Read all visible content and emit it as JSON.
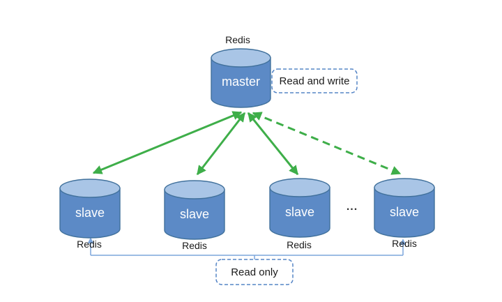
{
  "diagram": {
    "title_caption": "Redis",
    "master": {
      "label": "master",
      "caption": "Redis"
    },
    "slaves": [
      {
        "label": "slave",
        "caption": "Redis"
      },
      {
        "label": "slave",
        "caption": "Redis"
      },
      {
        "label": "slave",
        "caption": "Redis"
      },
      {
        "label": "slave",
        "caption": "Redis"
      }
    ],
    "ellipsis": "...",
    "annotations": {
      "read_write": "Read and write",
      "read_only": "Read only"
    },
    "colors": {
      "cylinder_body": "#5C8AC6",
      "cylinder_top": "#A9C5E6",
      "cylinder_border": "#41719C",
      "replication_arrow": "#3EAE49",
      "read_connector": "#7CA6DC",
      "annotation_border": "#5585C6",
      "text_dark": "#1a1a1a",
      "text_light": "#ffffff",
      "background": "#ffffff"
    }
  }
}
